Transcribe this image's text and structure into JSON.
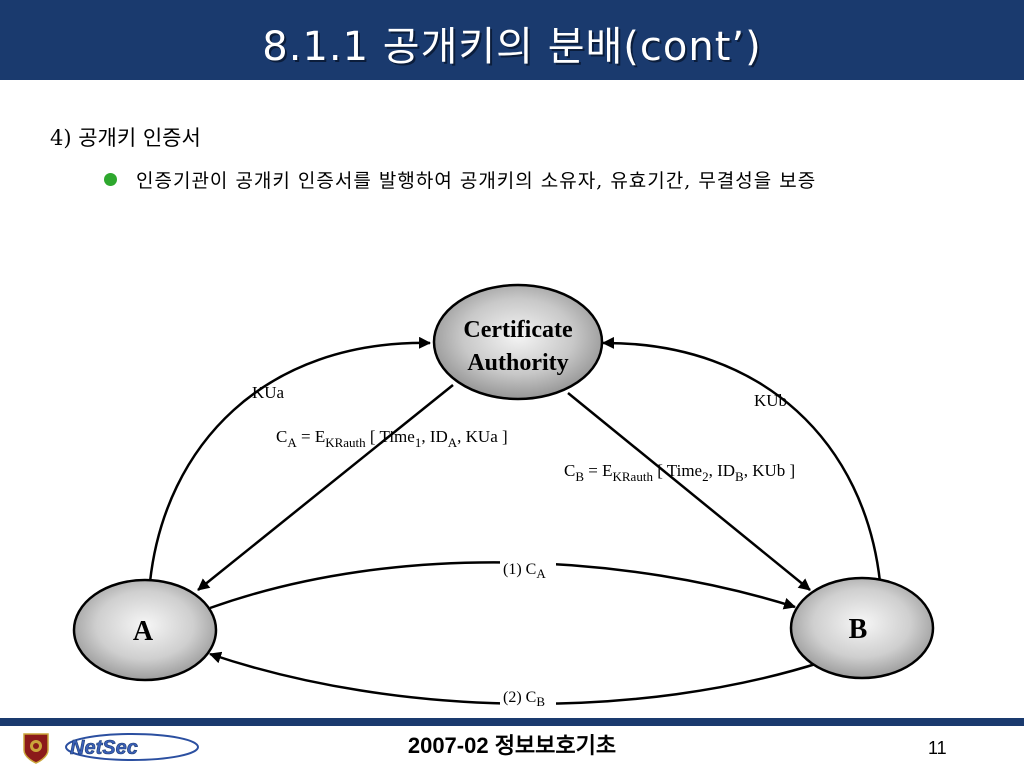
{
  "slide": {
    "title": "8.1.1 공개키의 분배(cont’)",
    "heading": "4) 공개키 인증서",
    "bullet": "인증기관이 공개키 인증서를 발행하여 공개키의 소유자, 유효기간, 무결성을 보증"
  },
  "diagram": {
    "ca_line1": "Certificate",
    "ca_line2": "Authority",
    "node_a": "A",
    "node_b": "B",
    "label_kua": "KUa",
    "label_kub": "KUb",
    "ca_formula": {
      "c": "C",
      "sub_a": "A",
      "eq": " = E",
      "sub_key": "KRauth",
      "bracket": " [ Time",
      "sub_1": "1",
      "mid": ", ID",
      "sub_a2": "A",
      "end": ", KUa ]"
    },
    "cb_formula": {
      "c": "C",
      "sub_b": "B",
      "eq": " = E",
      "sub_key": "KRauth",
      "bracket": " [ Time",
      "sub_2": "2",
      "mid": ", ID",
      "sub_b2": "B",
      "end": ", KUb ]"
    },
    "step1": {
      "prefix": "(1) C",
      "sub": "A"
    },
    "step2": {
      "prefix": "(2) C",
      "sub": "B"
    }
  },
  "footer": {
    "date_course": "2007-02 정보보호기초",
    "page_number": "11",
    "logo_text": "NetSec"
  },
  "colors": {
    "title_bar": "#1a3a6e",
    "bullet": "#2ea82e"
  }
}
